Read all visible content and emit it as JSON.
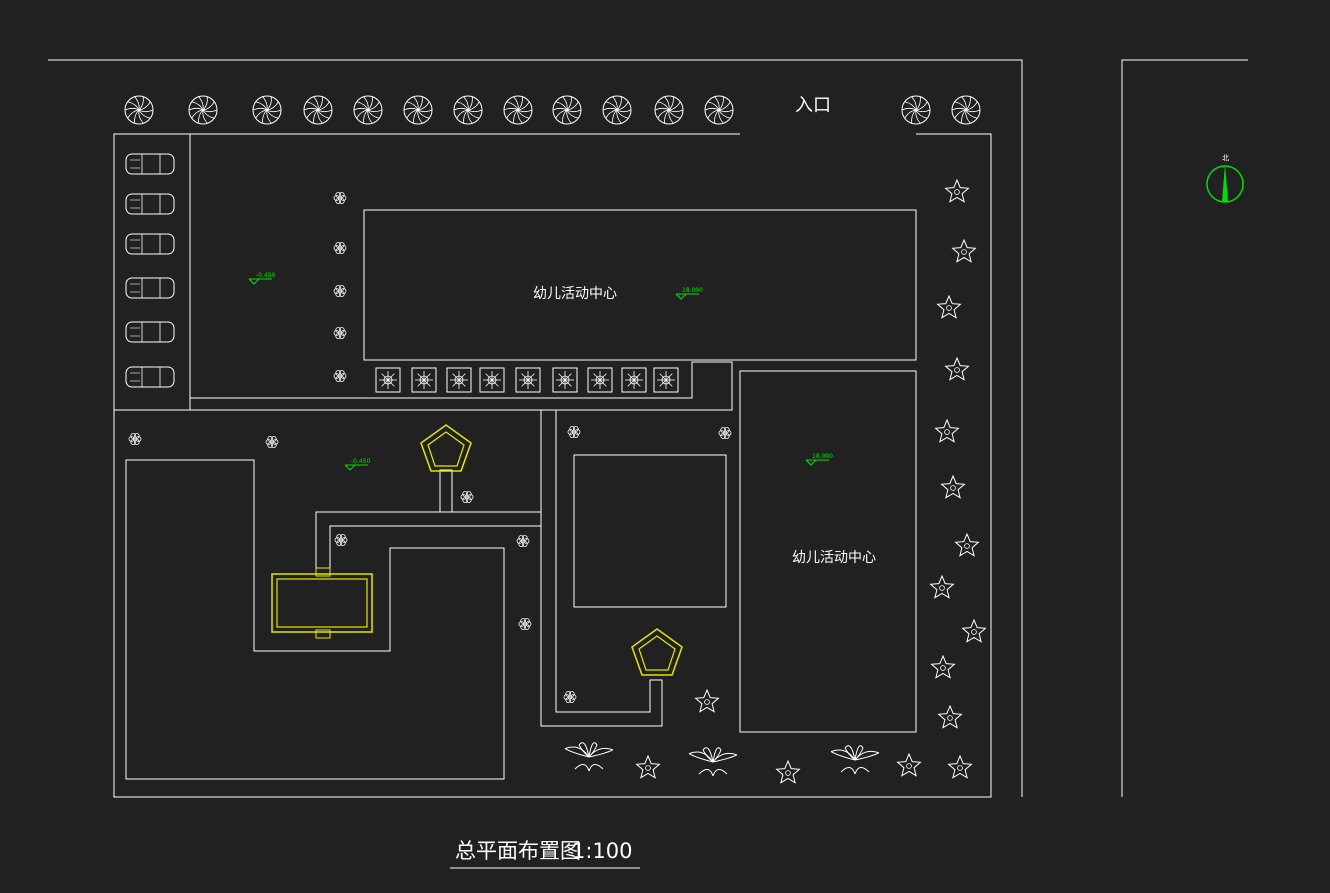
{
  "labels": {
    "entrance": "入口",
    "building_top": "幼儿活动中心",
    "building_right": "幼儿活动中心",
    "title": "总平面布置图",
    "scale": "1:100",
    "north": "北"
  },
  "elevations": {
    "parking": "-0.450",
    "building_top": "18.000",
    "courtyard": "-0.450",
    "building_right": "18.000"
  },
  "colors": {
    "background": "#212121",
    "line": "#ffffff",
    "pavilion": "#e6e600",
    "elevation": "#00e000",
    "north_arrow": "#00e000"
  },
  "icons": {
    "tree": "round-tree-icon",
    "flower": "flower-icon",
    "shrub": "shrub-icon",
    "palm": "palm-plant-icon",
    "car": "car-icon",
    "pavilion": "pentagon-pavilion-icon",
    "elevation": "elevation-marker-icon"
  }
}
